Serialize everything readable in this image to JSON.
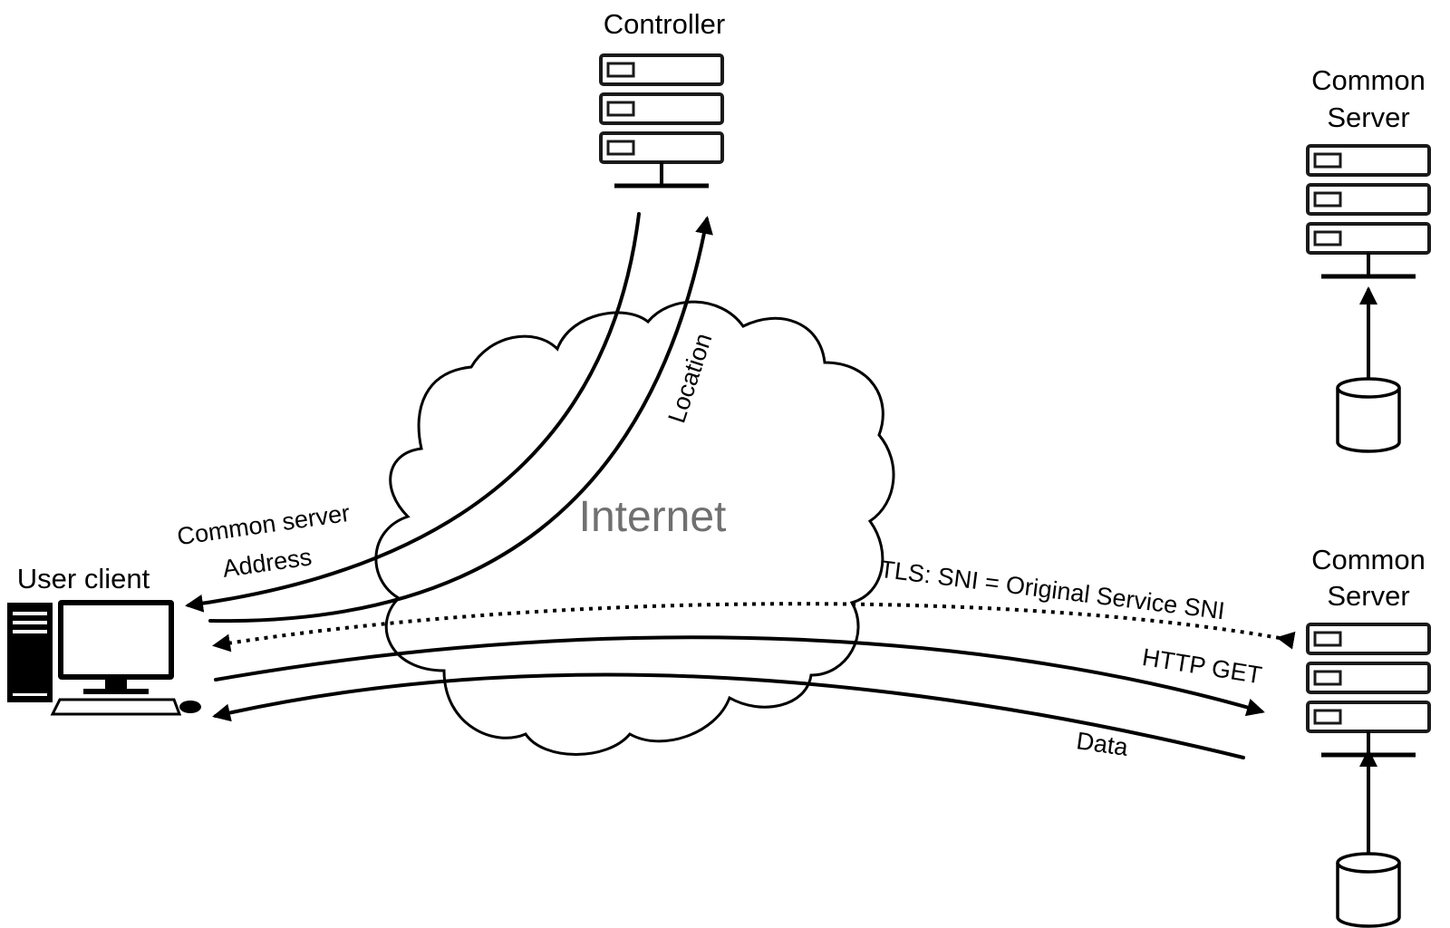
{
  "nodes": {
    "controller": {
      "label": "Controller"
    },
    "server_top": {
      "label_line1": "Common",
      "label_line2": "Server"
    },
    "server_bottom": {
      "label_line1": "Common",
      "label_line2": "Server"
    },
    "user_client": {
      "label": "User client"
    }
  },
  "cloud": {
    "label": "Internet"
  },
  "flows": {
    "location": "Location",
    "common_server_address_line1": "Common server",
    "common_server_address_line2": "Address",
    "tls_sni": "TLS: SNI = Original Service SNI",
    "http_get": "HTTP GET",
    "data": "Data"
  },
  "icons": {
    "server": "server-rack-icon",
    "database": "database-icon",
    "computer": "desktop-computer-icon",
    "cloud": "cloud-icon"
  }
}
